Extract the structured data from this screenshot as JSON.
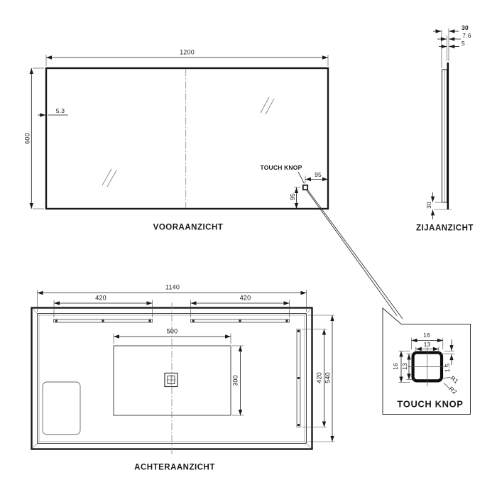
{
  "front_view": {
    "label": "VOORAANZICHT",
    "width_mm": "1200",
    "height_mm": "600",
    "glass_edge_mm": "5.3",
    "touch_callout": "TOUCH KNOP",
    "touch_offset_right_mm": "95",
    "touch_offset_bottom_mm": "95"
  },
  "side_view": {
    "label": "ZIJAANZICHT",
    "depth_mm": "30",
    "panel_thickness_mm": "7.6",
    "glass_thickness_mm": "5",
    "bottom_inset_mm": "30"
  },
  "back_view": {
    "label": "ACHTERAANZICHT",
    "inner_width_mm": "1140",
    "left_rail_mm": "420",
    "right_rail_mm": "420",
    "led_cutout_width_mm": "500",
    "led_cutout_height_mm": "300",
    "side_rail_mm": "420",
    "inner_height_mm": "540"
  },
  "detail_view": {
    "title": "TOUCH KNOP",
    "outer_width_mm": "16",
    "inner_width_mm": "13",
    "outer_height_mm": "16",
    "inner_height_mm": "13",
    "wall_mm": "1.5",
    "inner_radius_label": "R1",
    "outer_radius_label": "R2"
  },
  "colors": {
    "line": "#1a1a1a",
    "thin_line": "#555555",
    "background": "#ffffff"
  }
}
